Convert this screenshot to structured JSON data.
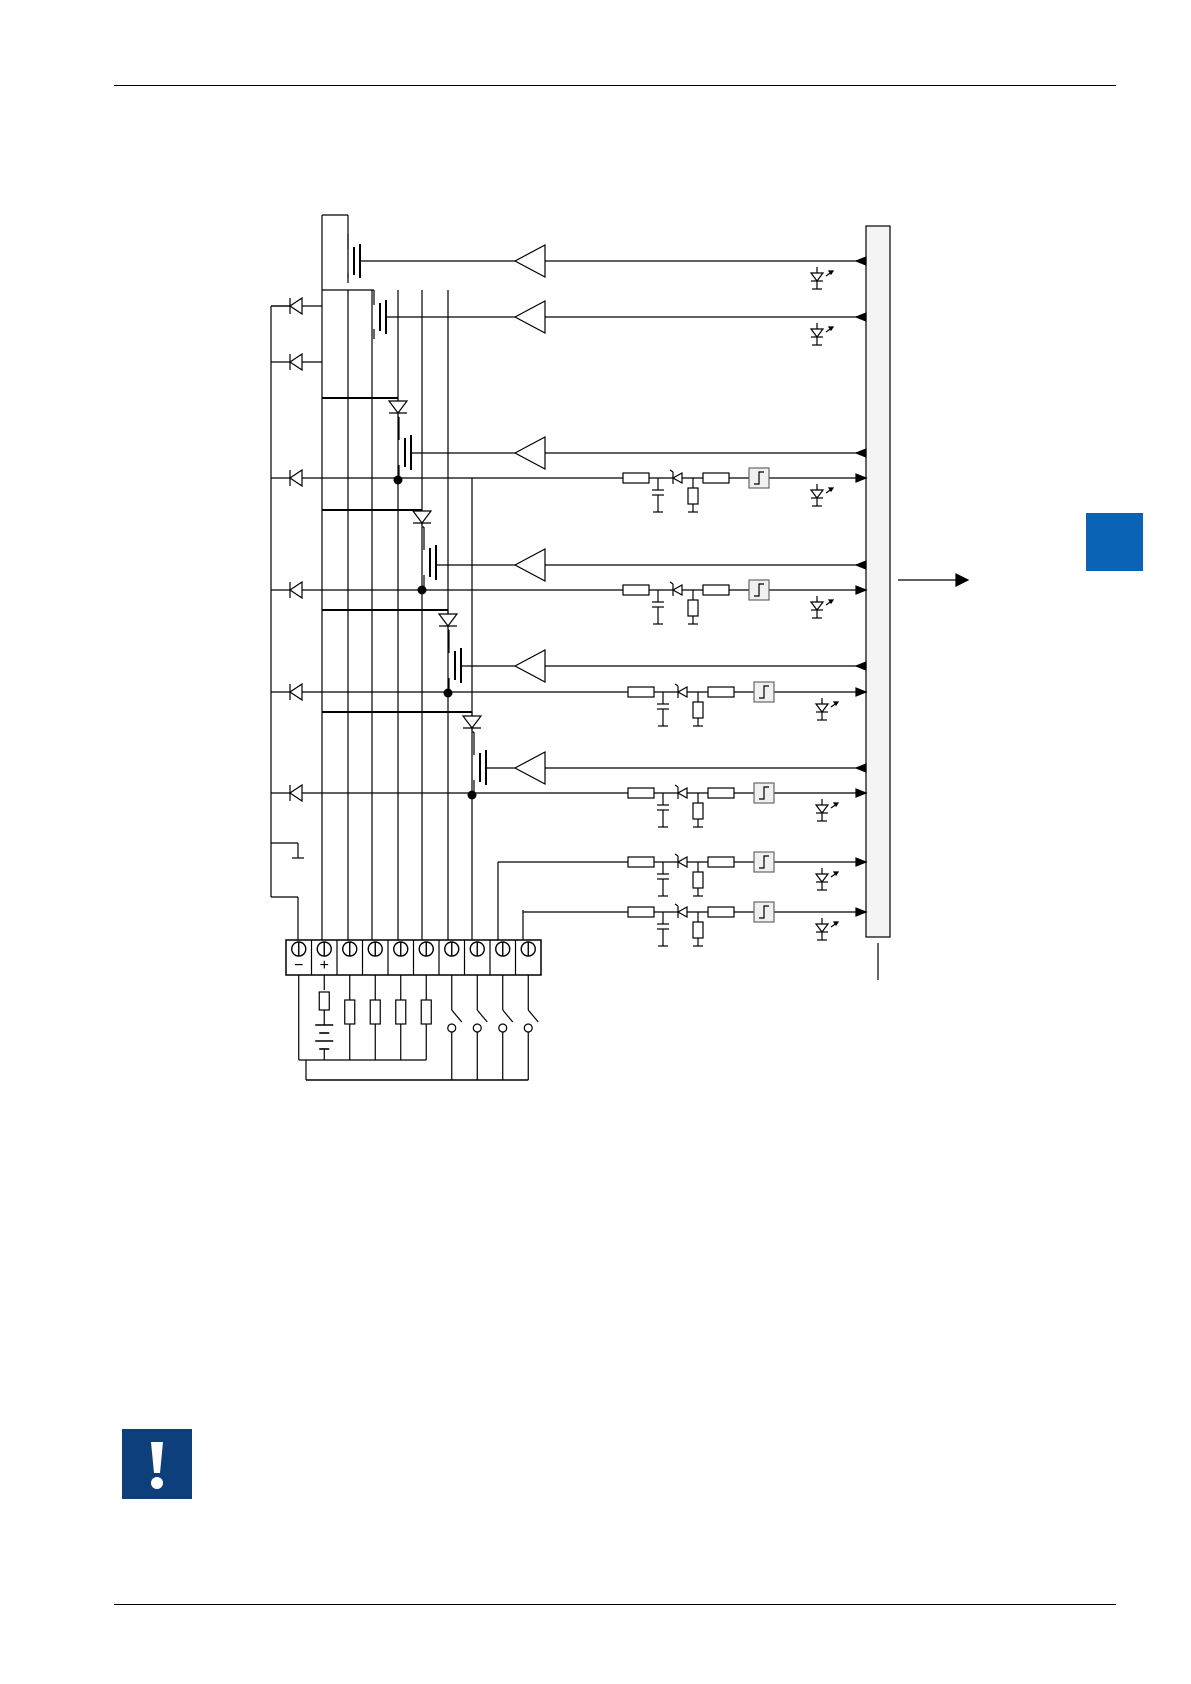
{
  "colors": {
    "line": "#000000",
    "accent_blue": "#0b63b5",
    "notice_blue": "#0d3f7a",
    "module_fill": "#f4f4f4"
  },
  "page": {
    "header_rule": true,
    "footer_rule": true,
    "section_tab_marker": "blue-square"
  },
  "schematic": {
    "terminal_block": {
      "terminal_count": 10,
      "terminal_marks": [
        "−",
        "+"
      ]
    },
    "output_channel_count": 6,
    "input_channel_count": 6,
    "outputs_with_status_led": 2,
    "inputs_with_status_led": 6
  },
  "notice": {
    "icon": "exclamation-icon"
  }
}
